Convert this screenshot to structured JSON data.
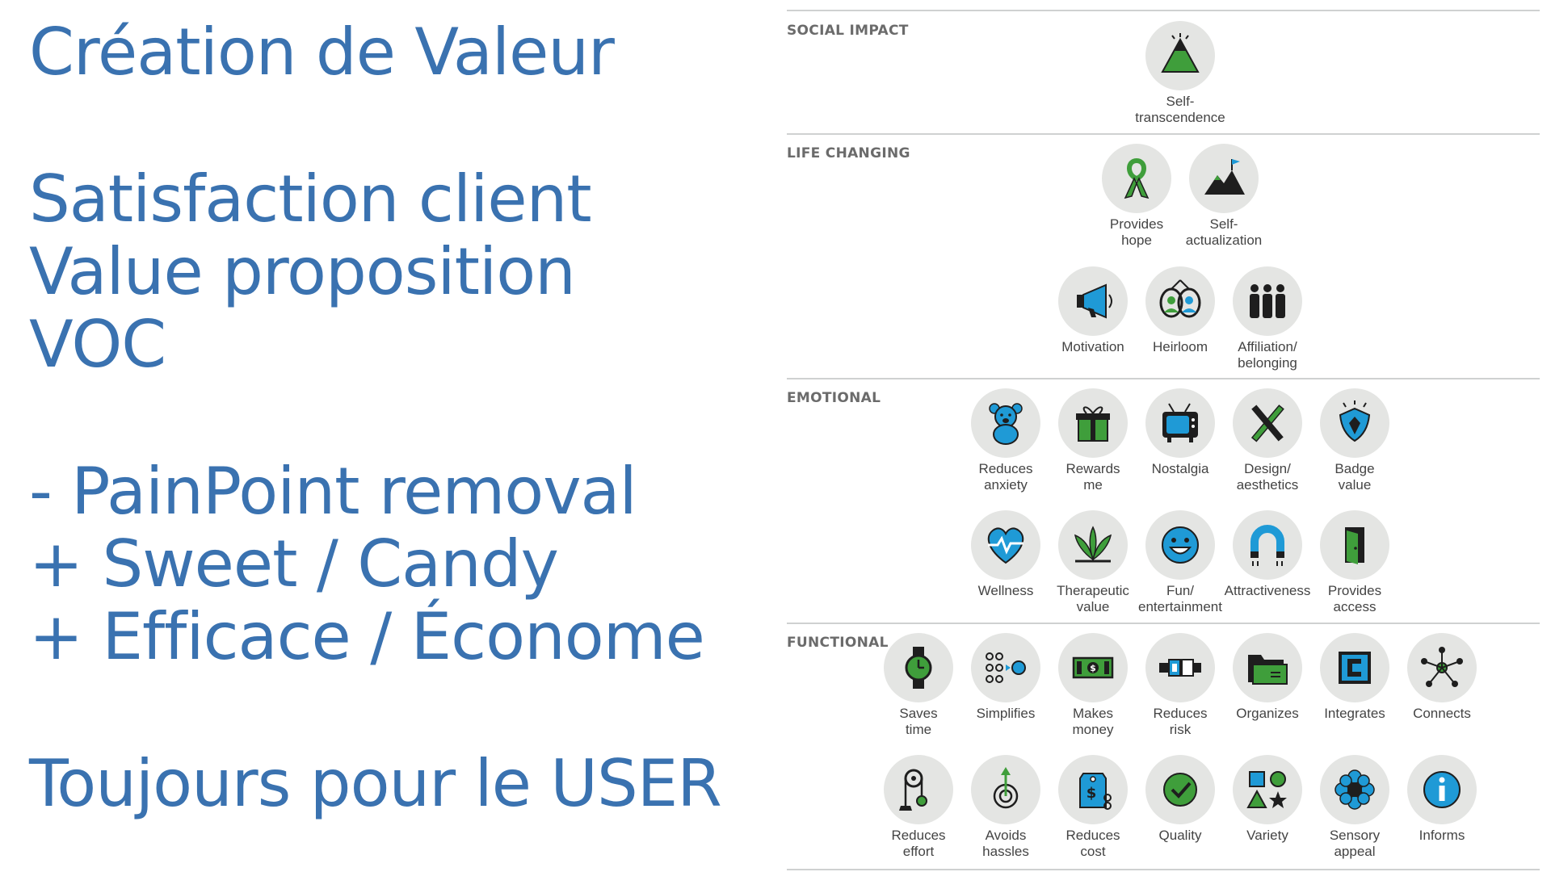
{
  "left_panel": {
    "title": "Création de Valeur",
    "lines": [
      "Satisfaction client",
      "Value proposition",
      "VOC"
    ],
    "bullets": [
      "- PainPoint removal",
      "+ Sweet / Candy",
      "+ Efficace / Économe"
    ],
    "footer": "Toujours pour le USER"
  },
  "colors": {
    "text_blue": "#3a72b0",
    "icon_green": "#3f9e3b",
    "icon_blue": "#1f9ad6",
    "icon_dark": "#1e1e1e",
    "circle_gray": "#e4e5e3"
  },
  "pyramid": {
    "levels": [
      {
        "name": "SOCIAL IMPACT",
        "rows": [
          [
            {
              "label": "Self-\ntranscendence",
              "icon": "mountain-peak-icon"
            }
          ]
        ]
      },
      {
        "name": "LIFE CHANGING",
        "rows": [
          [
            {
              "label": "Provides\nhope",
              "icon": "ribbon-icon"
            },
            {
              "label": "Self-\nactualization",
              "icon": "mountain-flag-icon"
            }
          ],
          [
            {
              "label": "Motivation",
              "icon": "megaphone-icon"
            },
            {
              "label": "Heirloom",
              "icon": "picture-frames-icon"
            },
            {
              "label": "Affiliation/\nbelonging",
              "icon": "group-people-icon"
            }
          ]
        ]
      },
      {
        "name": "EMOTIONAL",
        "rows": [
          [
            {
              "label": "Reduces\nanxiety",
              "icon": "teddy-bear-icon"
            },
            {
              "label": "Rewards\nme",
              "icon": "gift-box-icon"
            },
            {
              "label": "Nostalgia",
              "icon": "retro-tv-icon"
            },
            {
              "label": "Design/\naesthetics",
              "icon": "pencil-ruler-icon"
            },
            {
              "label": "Badge\nvalue",
              "icon": "shield-badge-icon"
            }
          ],
          [
            {
              "label": "Wellness",
              "icon": "heart-pulse-icon"
            },
            {
              "label": "Therapeutic\nvalue",
              "icon": "leaf-plant-icon"
            },
            {
              "label": "Fun/\nentertainment",
              "icon": "smiley-face-icon"
            },
            {
              "label": "Attractiveness",
              "icon": "magnet-icon"
            },
            {
              "label": "Provides\naccess",
              "icon": "open-door-icon"
            }
          ]
        ]
      },
      {
        "name": "FUNCTIONAL",
        "rows": [
          [
            {
              "label": "Saves\ntime",
              "icon": "wristwatch-icon"
            },
            {
              "label": "Simplifies",
              "icon": "dots-grid-icon"
            },
            {
              "label": "Makes\nmoney",
              "icon": "banknote-icon"
            },
            {
              "label": "Reduces\nrisk",
              "icon": "seatbelt-buckle-icon"
            },
            {
              "label": "Organizes",
              "icon": "folder-icon"
            },
            {
              "label": "Integrates",
              "icon": "puzzle-c-icon"
            },
            {
              "label": "Connects",
              "icon": "network-hub-icon"
            }
          ],
          [
            {
              "label": "Reduces\neffort",
              "icon": "pulley-icon"
            },
            {
              "label": "Avoids\nhassles",
              "icon": "spiral-arrow-icon"
            },
            {
              "label": "Reduces\ncost",
              "icon": "price-tag-scissors-icon"
            },
            {
              "label": "Quality",
              "icon": "checkmark-circle-icon"
            },
            {
              "label": "Variety",
              "icon": "shapes-icon"
            },
            {
              "label": "Sensory\nappeal",
              "icon": "flower-icon"
            },
            {
              "label": "Informs",
              "icon": "info-icon"
            }
          ]
        ]
      }
    ]
  }
}
